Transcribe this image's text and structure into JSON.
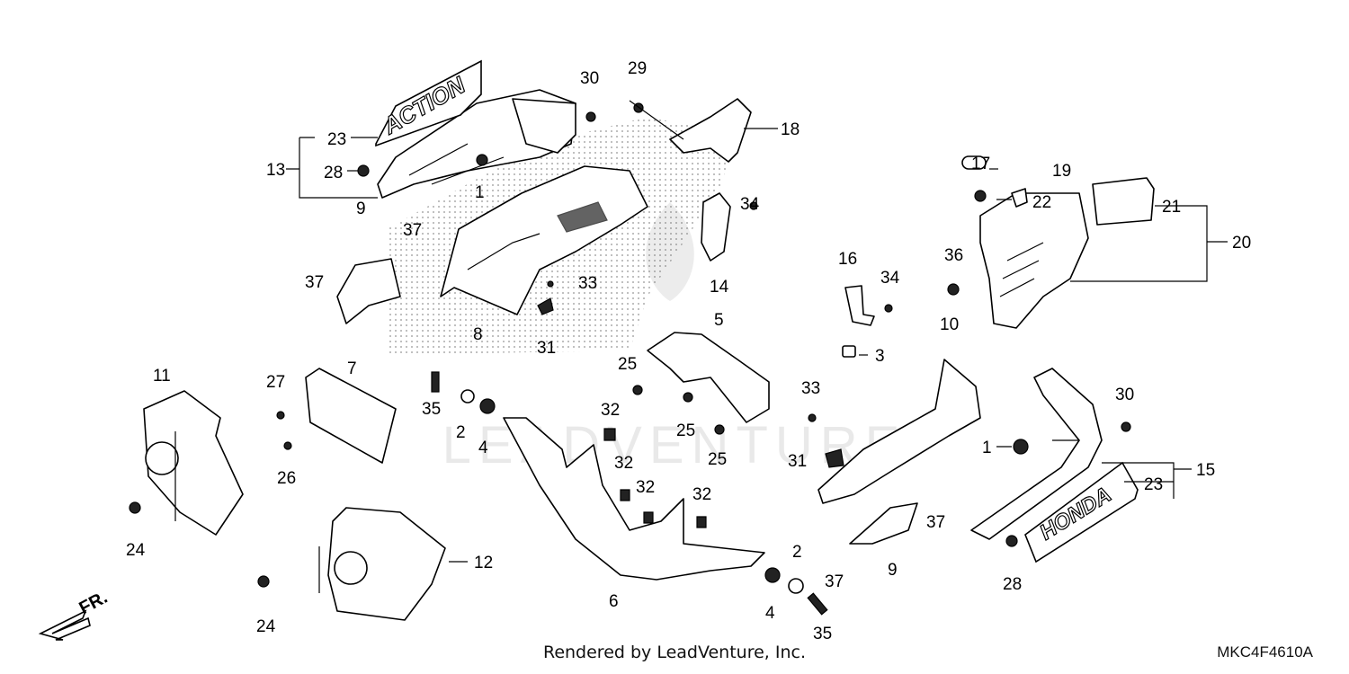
{
  "footer_text": "Rendered by LeadVenture, Inc.",
  "diagram_code": "MKC4F4610A",
  "direction_label": "FR.",
  "watermark_text": "LEADVENTURE",
  "decals": {
    "upper": "ACTION",
    "lower": "HONDA"
  },
  "callouts": [
    {
      "id": "c30a",
      "text": "30"
    },
    {
      "id": "c29",
      "text": "29"
    },
    {
      "id": "c18",
      "text": "18"
    },
    {
      "id": "c23a",
      "text": "23"
    },
    {
      "id": "c13",
      "text": "13"
    },
    {
      "id": "c28a",
      "text": "28"
    },
    {
      "id": "c1a",
      "text": "1"
    },
    {
      "id": "c37a",
      "text": "37"
    },
    {
      "id": "c9a",
      "text": "9"
    },
    {
      "id": "c37b",
      "text": "37"
    },
    {
      "id": "c33a",
      "text": "33"
    },
    {
      "id": "c8",
      "text": "8"
    },
    {
      "id": "c31a",
      "text": "31"
    },
    {
      "id": "c34a",
      "text": "34"
    },
    {
      "id": "c14",
      "text": "14"
    },
    {
      "id": "c17",
      "text": "17"
    },
    {
      "id": "c19",
      "text": "19"
    },
    {
      "id": "c22",
      "text": "22"
    },
    {
      "id": "c21",
      "text": "21"
    },
    {
      "id": "c20",
      "text": "20"
    },
    {
      "id": "c36",
      "text": "36"
    },
    {
      "id": "c16",
      "text": "16"
    },
    {
      "id": "c34b",
      "text": "34"
    },
    {
      "id": "c3",
      "text": "3"
    },
    {
      "id": "c5",
      "text": "5"
    },
    {
      "id": "c10",
      "text": "10"
    },
    {
      "id": "c11",
      "text": "11"
    },
    {
      "id": "c7",
      "text": "7"
    },
    {
      "id": "c27",
      "text": "27"
    },
    {
      "id": "c35a",
      "text": "35"
    },
    {
      "id": "c25a",
      "text": "25"
    },
    {
      "id": "c33b",
      "text": "33"
    },
    {
      "id": "c30b",
      "text": "30"
    },
    {
      "id": "c2a",
      "text": "2"
    },
    {
      "id": "c4a",
      "text": "4"
    },
    {
      "id": "c32a",
      "text": "32"
    },
    {
      "id": "c25b",
      "text": "25"
    },
    {
      "id": "c1b",
      "text": "1"
    },
    {
      "id": "c15",
      "text": "15"
    },
    {
      "id": "c26",
      "text": "26"
    },
    {
      "id": "c25c",
      "text": "25"
    },
    {
      "id": "c31b",
      "text": "31"
    },
    {
      "id": "c32b",
      "text": "32"
    },
    {
      "id": "c32c",
      "text": "32"
    },
    {
      "id": "c32d",
      "text": "32"
    },
    {
      "id": "c23b",
      "text": "23"
    },
    {
      "id": "c37c",
      "text": "37"
    },
    {
      "id": "c24a",
      "text": "24"
    },
    {
      "id": "c12",
      "text": "12"
    },
    {
      "id": "c2b",
      "text": "2"
    },
    {
      "id": "c9b",
      "text": "9"
    },
    {
      "id": "c37d",
      "text": "37"
    },
    {
      "id": "c28b",
      "text": "28"
    },
    {
      "id": "c24b",
      "text": "24"
    },
    {
      "id": "c6",
      "text": "6"
    },
    {
      "id": "c4b",
      "text": "4"
    },
    {
      "id": "c35b",
      "text": "35"
    }
  ]
}
